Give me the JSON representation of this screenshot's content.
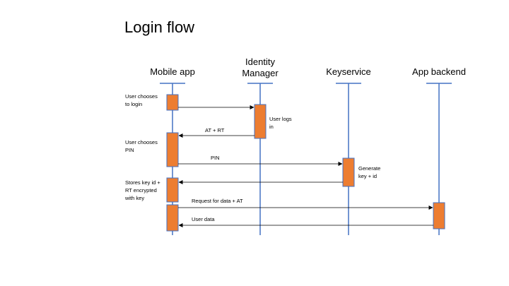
{
  "title": "Login flow",
  "colors": {
    "lifeline": "#4472C4",
    "activation_fill": "#ED7D31",
    "activation_stroke": "#4472C4",
    "arrow": "#000000"
  },
  "actors": [
    {
      "name": "Mobile app"
    },
    {
      "name": "Identity\nManager"
    },
    {
      "name": "Keyservice"
    },
    {
      "name": "App backend"
    }
  ],
  "notes": [
    {
      "text": "User chooses\nto login"
    },
    {
      "text": "User logs\nin"
    },
    {
      "text": "User chooses\nPIN"
    },
    {
      "text": "Generate\nkey + id"
    },
    {
      "text": "Stores key id +\nRT encrypted\nwith key"
    }
  ],
  "messages": [
    {
      "label": "",
      "from": "Mobile app",
      "to": "Identity Manager"
    },
    {
      "label": "AT + RT",
      "from": "Identity Manager",
      "to": "Mobile app"
    },
    {
      "label": "PIN",
      "from": "Mobile app",
      "to": "Keyservice"
    },
    {
      "label": "",
      "from": "Keyservice",
      "to": "Mobile app"
    },
    {
      "label": "Request for data + AT",
      "from": "Mobile app",
      "to": "App backend"
    },
    {
      "label": "User data",
      "from": "App backend",
      "to": "Mobile app"
    }
  ]
}
